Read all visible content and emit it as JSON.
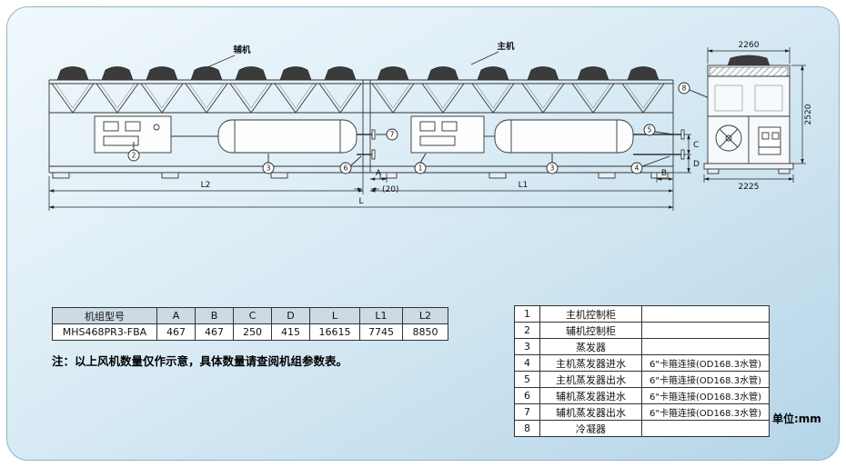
{
  "diagram": {
    "labels": {
      "aux_unit": "辅机",
      "main_unit": "主机",
      "dim_A": "A",
      "dim_B": "B",
      "dim_C": "C",
      "dim_D": "D",
      "dim_L": "L",
      "dim_L1": "L1",
      "dim_L2": "L2",
      "gap": "(20)",
      "end_width": "2260",
      "end_height": "2520",
      "end_depth": "2225"
    },
    "callouts": {
      "c1": "1",
      "c2": "2",
      "c3": "3",
      "c4": "4",
      "c5": "5",
      "c6": "6",
      "c7": "7",
      "c8": "8"
    }
  },
  "dim_table": {
    "headers": [
      "机组型号",
      "A",
      "B",
      "C",
      "D",
      "L",
      "L1",
      "L2"
    ],
    "row": {
      "model": "MHS468PR3-FBA",
      "A": "467",
      "B": "467",
      "C": "250",
      "D": "415",
      "L": "16615",
      "L1": "7745",
      "L2": "8850"
    }
  },
  "note": "注：以上风机数量仅作示意，具体数量请查阅机组参数表。",
  "legend": {
    "rows": [
      {
        "no": "1",
        "name": "主机控制柜",
        "spec": ""
      },
      {
        "no": "2",
        "name": "辅机控制柜",
        "spec": ""
      },
      {
        "no": "3",
        "name": "蒸发器",
        "spec": ""
      },
      {
        "no": "4",
        "name": "主机蒸发器进水",
        "spec": "6\"卡箍连接(OD168.3水管)"
      },
      {
        "no": "5",
        "name": "主机蒸发器出水",
        "spec": "6\"卡箍连接(OD168.3水管)"
      },
      {
        "no": "6",
        "name": "辅机蒸发器进水",
        "spec": "6\"卡箍连接(OD168.3水管)"
      },
      {
        "no": "7",
        "name": "辅机蒸发器出水",
        "spec": "6\"卡箍连接(OD168.3水管)"
      },
      {
        "no": "8",
        "name": "冷凝器",
        "spec": ""
      }
    ]
  },
  "unit_label": "单位:mm"
}
